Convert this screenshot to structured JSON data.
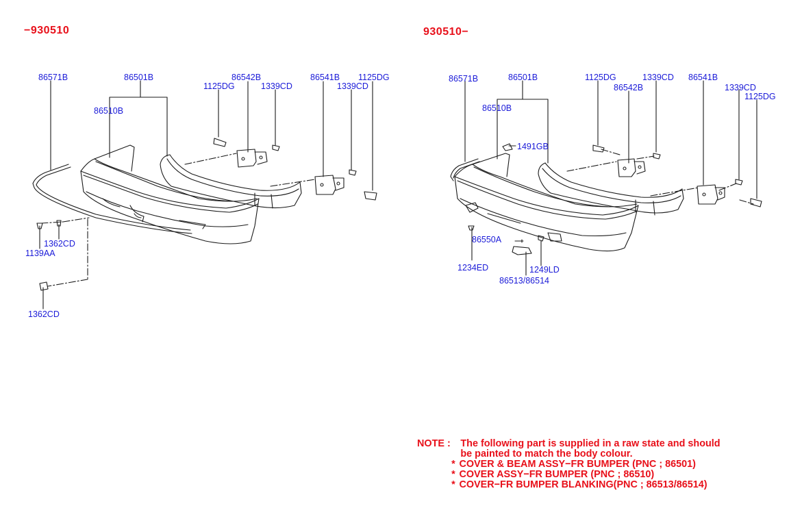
{
  "ranges": {
    "left": "−930510",
    "right": "930510−"
  },
  "left_labels": {
    "l86571b": "86571B",
    "l86501b": "86501B",
    "l86510b": "86510B",
    "l86542b": "86542B",
    "l1125dg_a": "1125DG",
    "l1339cd_a": "1339CD",
    "l86541b": "86541B",
    "l1339cd_b": "1339CD",
    "l1125dg_b": "1125DG",
    "l1362cd_a": "1362CD",
    "l1139aa": "1139AA",
    "l1362cd_b": "1362CD"
  },
  "right_labels": {
    "r86571b": "86571B",
    "r86501b": "86501B",
    "r86510b": "86510B",
    "r1491gb": "1491GB",
    "r1125dg_a": "1125DG",
    "r86542b": "86542B",
    "r1339cd_a": "1339CD",
    "r86541b": "86541B",
    "r1339cd_b": "1339CD",
    "r1125dg_b": "1125DG",
    "r86550a": "86550A",
    "r1234ed": "1234ED",
    "r1249ld": "1249LD",
    "r86513": "86513/86514"
  },
  "note": {
    "head": "NOTE :",
    "line1": "The following part is supplied in a raw state and should",
    "line2": "be painted to match the body colour.",
    "star": "*",
    "item1": "COVER & BEAM ASSY−FR BUMPER (PNC ; 86501)",
    "item2": "COVER ASSY−FR BUMPER (PNC ; 86510)",
    "item3": "COVER−FR BUMPER BLANKING(PNC ; 86513/86514)"
  },
  "colors": {
    "ink": "#1a1a1a",
    "label": "#1a1ad8",
    "accent": "#e8101a"
  }
}
